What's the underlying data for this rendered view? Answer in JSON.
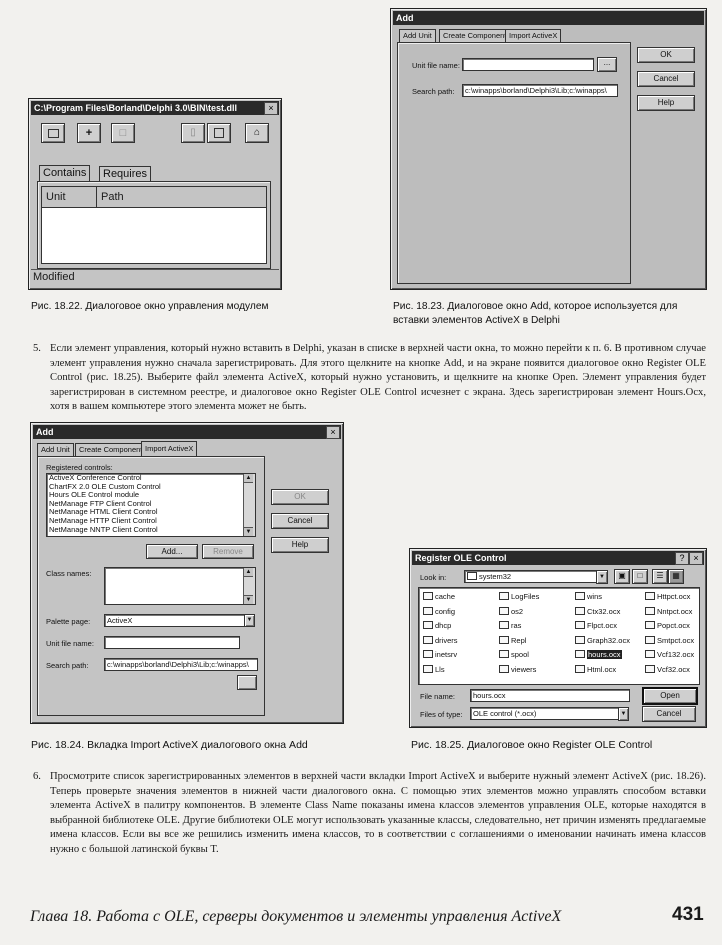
{
  "fig22": {
    "title": "C:\\Program Files\\Borland\\Delphi 3.0\\BIN\\test.dll",
    "close_btn": "×",
    "tabs": [
      "Contains",
      "Requires"
    ],
    "columns": [
      "Unit",
      "Path"
    ],
    "status": "Modified",
    "caption": "Рис. 18.22. Диалоговое окно управления модулем"
  },
  "fig23": {
    "title": "Add",
    "tabs": [
      "Add Unit",
      "Create Component",
      "Import ActiveX"
    ],
    "unit_label": "Unit file name:",
    "unit_value": "",
    "browse_btn": "...",
    "search_label": "Search path:",
    "search_value": "c:\\winapps\\borland\\Delphi3\\Lib;c:\\winapps\\",
    "ok_btn": "OK",
    "cancel_btn": "Cancel",
    "help_btn": "Help",
    "caption": "Рис. 18.23. Диалоговое окно Add, которое используется для вставки элементов ActiveX в Delphi"
  },
  "para5": {
    "num": "5.",
    "text": "Если элемент управления, который нужно вставить в Delphi, указан в списке в верхней части окна, то можно перейти к п. 6. В противном случае элемент управления нужно сначала зарегистрировать. Для этого щелкните на кнопке Add, и на экране появится диалоговое окно Register OLE Control (рис. 18.25). Выберите файл элемента ActiveX, который нужно установить, и щелкните на кнопке Open. Элемент управления будет зарегистрирован в системном реестре, и диалоговое окно Register OLE Control исчезнет с экрана. Здесь зарегистрирован элемент Hours.Ocx, хотя в вашем компьютере этого элемента может не быть."
  },
  "fig24": {
    "title": "Add",
    "close_btn": "×",
    "tabs": [
      "Add Unit",
      "Create Component",
      "Import ActiveX"
    ],
    "registered_label": "Registered controls:",
    "registered_items": [
      "ActiveX Conference Control",
      "ChartFX 2.0 OLE Custom Control",
      "Hours OLE Control module",
      "NetManage FTP Client Control",
      "NetManage HTML Client Control",
      "NetManage HTTP Client Control",
      "NetManage NNTP Client Control"
    ],
    "add_btn": "Add...",
    "remove_btn": "Remove",
    "class_label": "Class names:",
    "palette_label": "Palette page:",
    "palette_value": "ActiveX",
    "unit_label": "Unit file name:",
    "unit_value": "",
    "search_label": "Search path:",
    "search_value": "c:\\winapps\\borland\\Delphi3\\Lib;c:\\winapps\\",
    "ok_btn": "OK",
    "cancel_btn": "Cancel",
    "help_btn": "Help",
    "caption": "Рис. 18.24. Вкладка Import ActiveX диалогового окна Add"
  },
  "fig25": {
    "title": "Register OLE Control",
    "help_btn": "?",
    "close_btn": "×",
    "lookin_label": "Look in:",
    "lookin_value": "system32",
    "col1": [
      "cache",
      "config",
      "dhcp",
      "drivers",
      "inetsrv",
      "Lls"
    ],
    "col2": [
      "LogFiles",
      "os2",
      "ras",
      "Repl",
      "spool",
      "viewers"
    ],
    "col3": [
      "wins",
      "Ctx32.ocx",
      "Flpct.ocx",
      "Graph32.ocx",
      "hours.ocx",
      "Html.ocx"
    ],
    "col4": [
      "Httpct.ocx",
      "Nntpct.ocx",
      "Popct.ocx",
      "Smtpct.ocx",
      "Vcf132.ocx",
      "Vcf32.ocx"
    ],
    "filename_label": "File name:",
    "filename_value": "hours.ocx",
    "filetype_label": "Files of type:",
    "filetype_value": "OLE control (*.ocx)",
    "open_btn": "Open",
    "cancel_btn": "Cancel",
    "caption": "Рис. 18.25. Диалоговое окно Register OLE Control"
  },
  "para6": {
    "num": "6.",
    "text": "Просмотрите список зарегистрированных элементов в верхней части вкладки Import ActiveX и выберите нужный элемент ActiveX (рис. 18.26). Теперь проверьте значения элементов в нижней части диалогового окна. С помощью этих элементов можно управлять способом вставки элемента ActiveX в палитру компонентов. В элементе Class Name показаны имена классов элементов управления OLE, которые находятся в выбранной библиотеке OLE. Другие библиотеки OLE могут использовать указанные классы, следовательно, нет причин изменять предлагаемые имена классов. Если вы все же решились изменить имена классов, то в соответствии с соглашениями о именовании начинать имена классов нужно с большой латинской буквы T."
  },
  "footer": {
    "chapter": "Глава 18. Работа с OLE, серверы документов и элементы управления ActiveX",
    "page": "431"
  }
}
